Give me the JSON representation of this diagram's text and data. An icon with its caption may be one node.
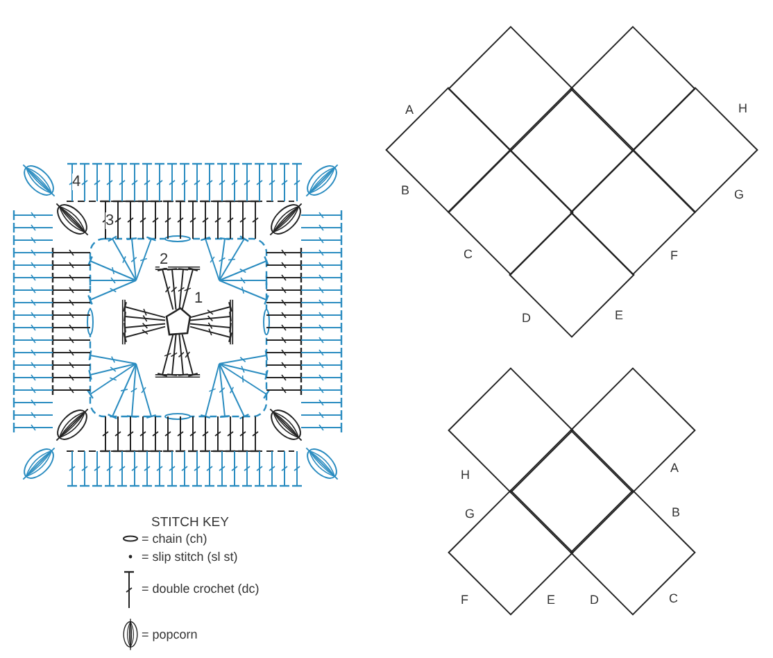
{
  "diagram": {
    "labels": [
      "4",
      "3",
      "2",
      "1",
      "A",
      "H",
      "B",
      "G",
      "C",
      "F",
      "D",
      "E",
      "H",
      "A",
      "G",
      "B",
      "F",
      "E",
      "D",
      "C",
      "STITCH KEY"
    ],
    "legend": [
      {
        "text": "= chain (ch)"
      },
      {
        "text": "= slip stitch (sl st)"
      },
      {
        "text": "= double crochet (dc)"
      },
      {
        "text": "= popcorn"
      }
    ]
  }
}
